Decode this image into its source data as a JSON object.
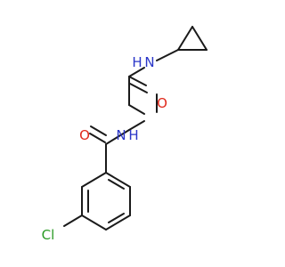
{
  "molecule": {
    "atom_labels": {
      "amide_nh_upper": "N",
      "amide_h_upper": "H",
      "carbonyl_o_upper": "O",
      "amide_nh_lower": "N",
      "amide_h_lower": "H",
      "carbonyl_o_lower": "O",
      "chlorine": "Cl"
    },
    "colors": {
      "bond": "#1a1a1a",
      "nitrogen": "#2a36c8",
      "oxygen": "#e0281b",
      "chlorine": "#2a9a24"
    }
  }
}
